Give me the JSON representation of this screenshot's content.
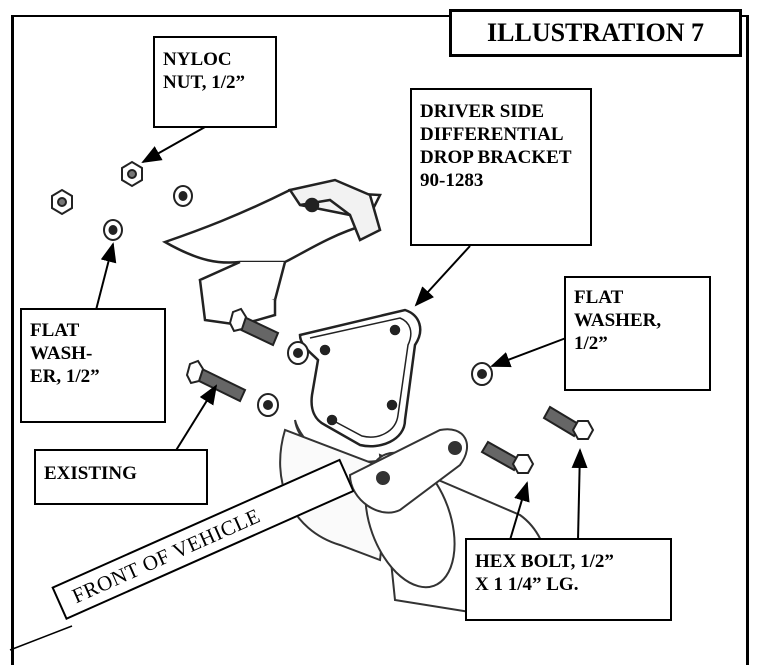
{
  "title": "ILLUSTRATION 7",
  "callouts": {
    "nyloc_nut": "NYLOC\nNUT, 1/2”",
    "bracket": "DRIVER SIDE\nDIFFERENTIAL\nDROP BRACKET\n90-1283",
    "flat_washer_left": "FLAT\nWASH-\nER, 1/2”",
    "flat_washer_right": "FLAT\nWASHER,\n1/2”",
    "existing": "EXISTING",
    "hex_bolt": "HEX BOLT, 1/2”\nX 1 1/4” LG.",
    "front_of_vehicle": "FRONT OF VEHICLE"
  }
}
